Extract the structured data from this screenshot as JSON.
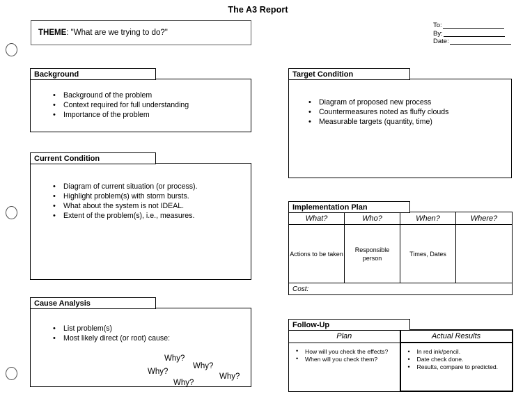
{
  "title": "The A3 Report",
  "theme": {
    "label": "THEME",
    "text": ": \"What are we trying to do?\""
  },
  "meta": [
    {
      "label": "To:"
    },
    {
      "label": "By:"
    },
    {
      "label": "Date:"
    }
  ],
  "holes": [
    {
      "name": "hole-punch-top"
    },
    {
      "name": "hole-punch-middle"
    },
    {
      "name": "hole-punch-bottom"
    }
  ],
  "background": {
    "tab": "Background",
    "items": [
      "Background of the problem",
      "Context required for full understanding",
      "Importance of the problem"
    ]
  },
  "current_condition": {
    "tab": "Current Condition",
    "items": [
      "Diagram of current situation (or process).",
      "Highlight problem(s) with storm bursts.",
      "What about the system is not IDEAL.",
      "Extent of the problem(s), i.e., measures."
    ]
  },
  "cause_analysis": {
    "tab": "Cause Analysis",
    "items": [
      "List problem(s)",
      "Most likely direct (or root) cause:"
    ],
    "whys": [
      {
        "text": "Why?"
      },
      {
        "text": "Why?"
      },
      {
        "text": "Why?"
      },
      {
        "text": "Why?"
      },
      {
        "text": "Why?"
      }
    ]
  },
  "target_condition": {
    "tab": "Target Condition",
    "items": [
      "Diagram of proposed new process",
      "Countermeasures noted as fluffy clouds",
      "Measurable targets (quantity, time)"
    ]
  },
  "implementation_plan": {
    "tab": "Implementation Plan",
    "columns": [
      "What?",
      "Who?",
      "When?",
      "Where?"
    ],
    "cells": [
      "Actions to be taken",
      "Responsible person",
      "Times, Dates",
      ""
    ],
    "cost_label": "Cost:"
  },
  "follow_up": {
    "tab": "Follow-Up",
    "columns": [
      "Plan",
      "Actual Results"
    ],
    "plan_items": [
      "How will you check the effects?",
      "When will you check them?"
    ],
    "actual_items": [
      "In red ink/pencil.",
      "Date check done.",
      "Results, compare to predicted."
    ]
  },
  "colors": {
    "ink": "#000000",
    "paper": "#ffffff",
    "theme_border": "#595959",
    "hole_border": "#4a4a4a"
  }
}
